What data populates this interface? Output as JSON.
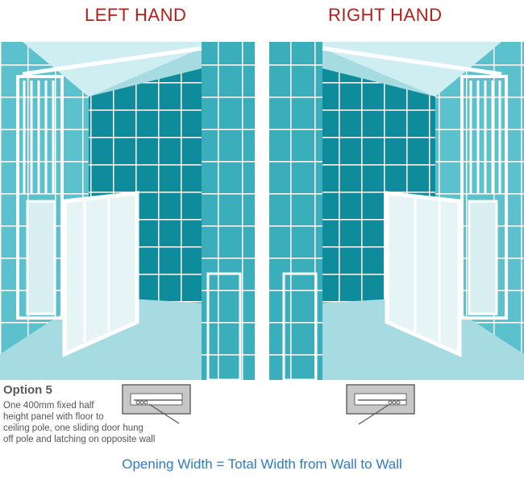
{
  "headings": {
    "left": "LEFT HAND",
    "right": "RIGHT HAND"
  },
  "option": {
    "title": "Option 5",
    "description_lines": [
      "One 400mm fixed half",
      "height panel with floor to",
      "ceiling pole, one sliding door hung",
      "off pole and latching on opposite wall"
    ]
  },
  "footer": "Opening Width = Total Width from Wall to Wall",
  "colors": {
    "heading": "#b3201b",
    "footer": "#2e7bc4",
    "tile_dark": "#0f8c9c",
    "tile_light": "#5bc1cc",
    "floor": "#a7dbe2",
    "grout": "#ffffff",
    "frame": "#ffffff"
  }
}
